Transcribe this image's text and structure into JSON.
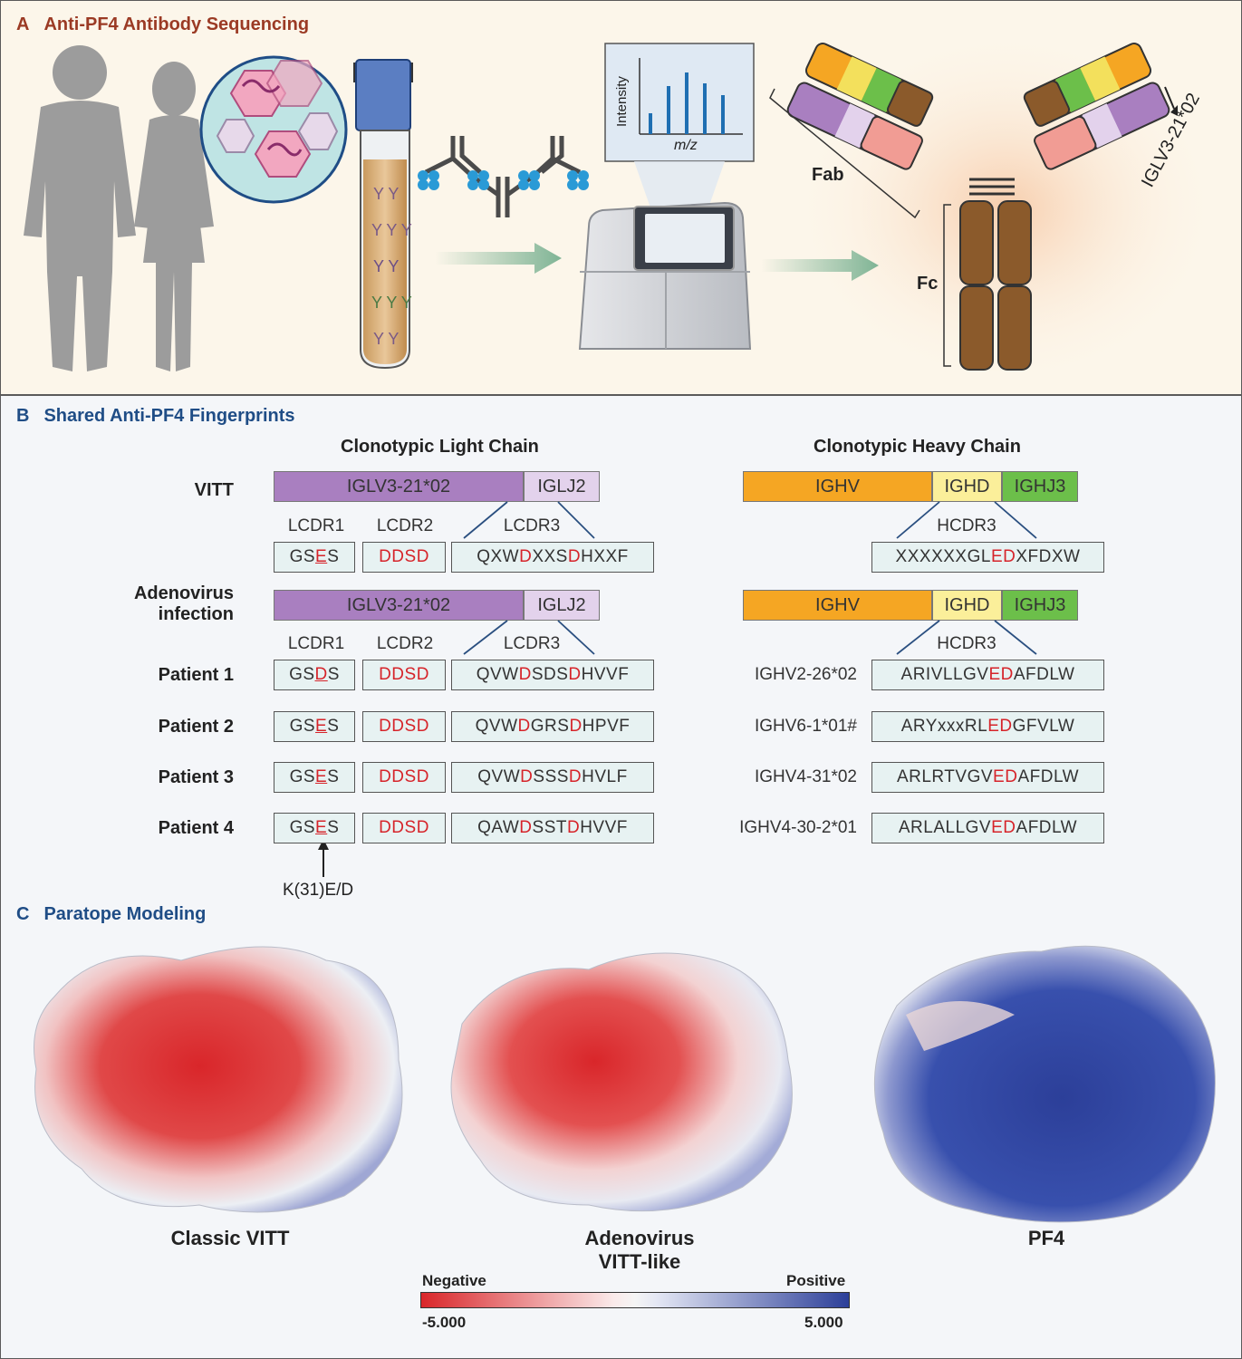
{
  "panel_a": {
    "letter": "A",
    "title": "Anti-PF4 Antibody Sequencing",
    "spectrum_ylabel": "Intensity",
    "spectrum_xlabel": "m/z",
    "fab_label": "Fab",
    "fc_label": "Fc",
    "chain_label": "IGLV3-21*02"
  },
  "panel_b": {
    "letter": "B",
    "title": "Shared Anti-PF4 Fingerprints",
    "light_header": "Clonotypic Light Chain",
    "heavy_header": "Clonotypic Heavy Chain",
    "vitt_label": "VITT",
    "adeno_label_1": "Adenovirus",
    "adeno_label_2": "infection",
    "light_v": "IGLV3-21*02",
    "light_j": "IGLJ2",
    "heavy_v": "IGHV",
    "heavy_d": "IGHD",
    "heavy_j": "IGHJ3",
    "lcdr1": "LCDR1",
    "lcdr2": "LCDR2",
    "lcdr3": "LCDR3",
    "hcdr3": "HCDR3",
    "mutation_note": "K(31)E/D",
    "vitt_row": {
      "lcdr1": [
        "GS",
        "E",
        "S"
      ],
      "lcdr2": "DDSD",
      "lcdr3": [
        "QXW",
        "D",
        "XXS",
        "D",
        "HXXF"
      ],
      "hcdr3": [
        "XXXXXXGL",
        "ED",
        "XFDXW"
      ]
    },
    "patients": [
      {
        "label": "Patient 1",
        "lcdr1": [
          "GS",
          "D",
          "S"
        ],
        "lcdr2": "DDSD",
        "lcdr3": [
          "QVW",
          "D",
          "SDS",
          "D",
          "HVVF"
        ],
        "ighv": "IGHV2-26*02",
        "hcdr3": [
          "ARIVLLGV",
          "ED",
          "AFDLW"
        ]
      },
      {
        "label": "Patient 2",
        "lcdr1": [
          "GS",
          "E",
          "S"
        ],
        "lcdr2": "DDSD",
        "lcdr3": [
          "QVW",
          "D",
          "GRS",
          "D",
          "HPVF"
        ],
        "ighv": "IGHV6-1*01#",
        "hcdr3": [
          "ARYxxxRL",
          "ED",
          "GFVLW"
        ]
      },
      {
        "label": "Patient 3",
        "lcdr1": [
          "GS",
          "E",
          "S"
        ],
        "lcdr2": "DDSD",
        "lcdr3": [
          "QVW",
          "D",
          "SSS",
          "D",
          "HVLF"
        ],
        "ighv": "IGHV4-31*02",
        "hcdr3": [
          "ARLRTVGV",
          "ED",
          "AFDLW"
        ]
      },
      {
        "label": "Patient 4",
        "lcdr1": [
          "GS",
          "E",
          "S"
        ],
        "lcdr2": "DDSD",
        "lcdr3": [
          "QAW",
          "D",
          "SST",
          "D",
          "HVVF"
        ],
        "ighv": "IGHV4-30-2*01",
        "hcdr3": [
          "ARLALLGV",
          "ED",
          "AFDLW"
        ]
      }
    ]
  },
  "panel_c": {
    "letter": "C",
    "title": "Paratope Modeling",
    "structures": [
      "Classic VITT",
      "Adenovirus",
      "VITT-like",
      "PF4"
    ],
    "scale_negative": "Negative",
    "scale_positive": "Positive",
    "scale_min": "-5.000",
    "scale_max": "5.000"
  },
  "colors": {
    "lambda_v": "#a97fc0",
    "lambda_j": "#e3d2ec",
    "heavy_v": "#f5a623",
    "heavy_d": "#fbef9a",
    "heavy_j": "#6cbf4a",
    "negative": "#d9262a",
    "positive": "#2c3f99"
  }
}
